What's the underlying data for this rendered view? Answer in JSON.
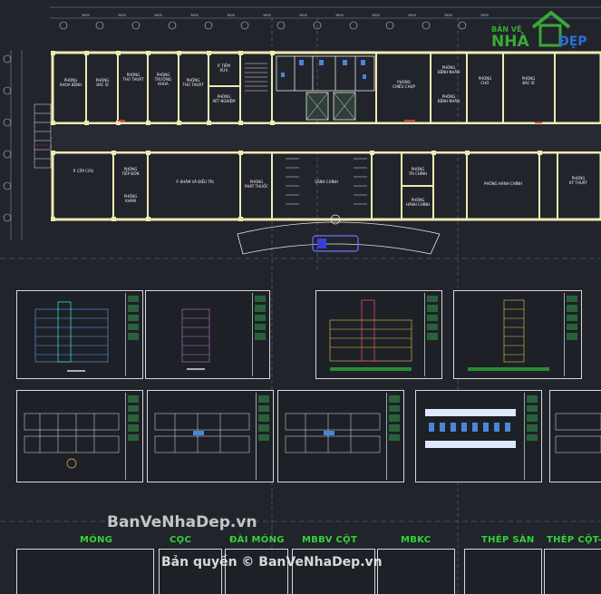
{
  "plan": {
    "rooms_top": [
      "PHÒNG\nKHOA BỆNH",
      "PHÒNG\nBÁC SĨ",
      "PHÒNG\nTHỦ THUẬT",
      "PHÒNG\nTRƯỞNG KHOA",
      "PHÒNG\nTHỦ THUẬT",
      "P. TIÊM\nRỬA",
      "PHÒNG\nXÉT NGHIỆM",
      "PHÒNG\nCHIẾU CHỤP",
      "PHÒNG\nBỆNH NHÂN",
      "PHÒNG\nBỆNH NHÂN",
      "PHÒNG\nCHỜ",
      "PHÒNG\nBÁC SĨ"
    ],
    "rooms_bottom": [
      "P. CẤP CỨU",
      "PHÒNG\nTIẾP ĐÓN",
      "PHÒNG\nKHÁM",
      "P. KHÁM VÀ ĐIỀU TRỊ",
      "PHÒNG\nPHÁT THUỐC",
      "SẢNH CHÍNH",
      "PHÒNG\nTÀI CHÍNH",
      "PHÒNG\nHÀNH CHÍNH",
      "PHÒNG HÀNH CHÍNH",
      "PHÒNG\nKỸ THUẬT"
    ]
  },
  "labels": {
    "mong": "MÓNG",
    "coc": "CỌC",
    "dai_mong": "ĐÀI MÓNG",
    "mbbv_cot": "MBBV CỘT",
    "mbkc": "MBKC",
    "thep_san": "THÉP SÀN",
    "thep_cot": "THÉP CỘT-VÁC"
  },
  "watermark": {
    "main": "BanVeNhaDep.vn",
    "copyright": "Bản quyền © BanVeNhaDep.vn"
  },
  "logo": {
    "top": "BẢN VẼ",
    "nha": "NHÀ",
    "dep": "ĐẸP"
  },
  "colors": {
    "background": "#21242b",
    "wall": "#f0e9b0",
    "label_green": "#32d33a",
    "logo_green": "#3aa935",
    "logo_blue": "#2b6fd6"
  }
}
